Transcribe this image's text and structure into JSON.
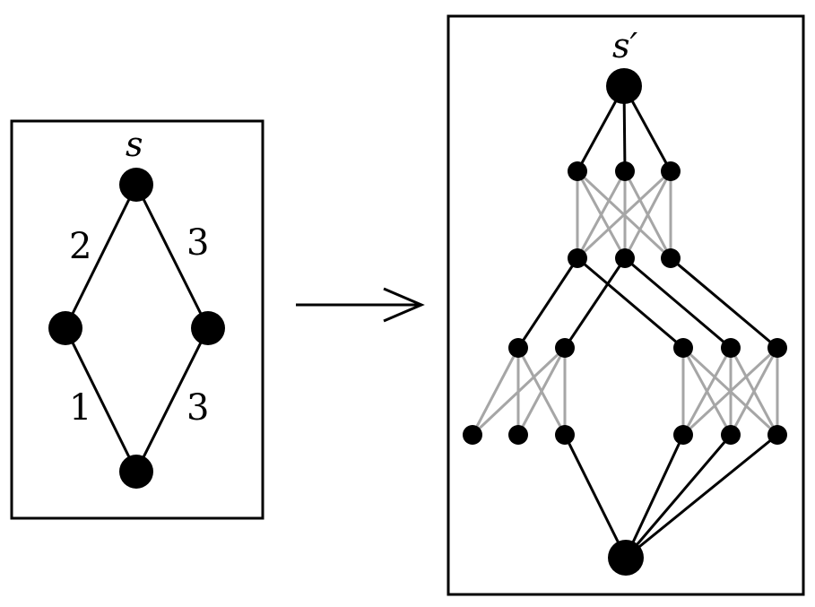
{
  "colors": {
    "black": "#000000",
    "gray_edge": "#a6a6a6",
    "background": "#ffffff"
  },
  "left_graph": {
    "source_label": "s",
    "edge_weights": {
      "top_left": "2",
      "top_right": "3",
      "bottom_left": "1",
      "bottom_right": "3"
    }
  },
  "right_graph": {
    "source_label": "s′"
  },
  "arrow": "transform-arrow"
}
